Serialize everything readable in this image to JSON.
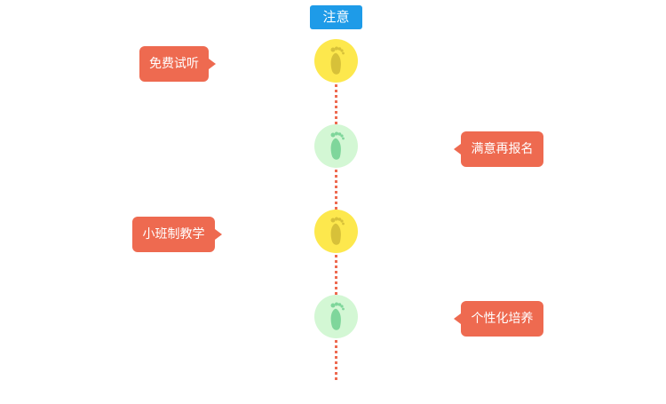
{
  "header": {
    "title": "注意"
  },
  "colors": {
    "header_badge": "#1e9be8",
    "card": "#ee6a50",
    "timeline": "#ee6a50",
    "node_yellow": "#fde84d",
    "foot_yellow": "#d7c139",
    "node_green": "#d3f7d4",
    "foot_green": "#7fd69b"
  },
  "steps": [
    {
      "label": "免费试听",
      "side": "left",
      "node_color": "yellow",
      "icon": "footprint-icon"
    },
    {
      "label": "满意再报名",
      "side": "right",
      "node_color": "green",
      "icon": "footprint-icon"
    },
    {
      "label": "小班制教学",
      "side": "left",
      "node_color": "yellow",
      "icon": "footprint-icon"
    },
    {
      "label": "个性化培养",
      "side": "right",
      "node_color": "green",
      "icon": "footprint-icon"
    }
  ]
}
